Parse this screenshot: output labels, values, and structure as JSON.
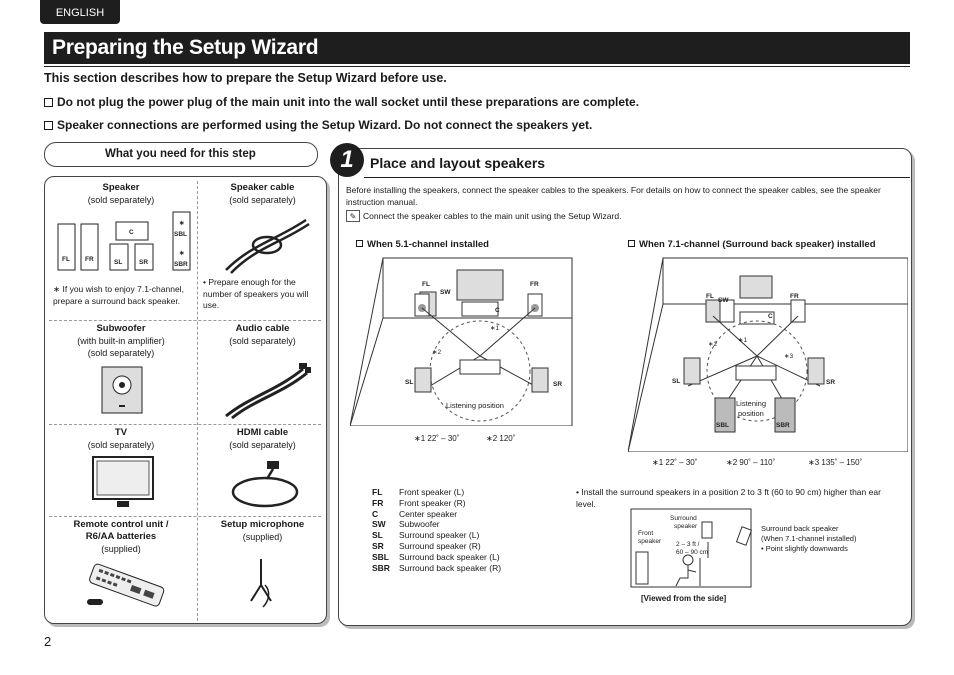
{
  "header": {
    "language_tab": "ENGLISH",
    "title": "Preparing the Setup Wizard",
    "intro": "This section describes how to prepare the Setup Wizard before use.",
    "bullets": [
      "Do not plug the power plug of the main unit into the wall socket until these preparations are complete.",
      "Speaker connections are performed using the Setup Wizard. Do not connect the speakers yet."
    ]
  },
  "left": {
    "tab": "What you need for this step",
    "items": [
      {
        "name": "Speaker",
        "detail": "(sold separately)"
      },
      {
        "name": "Speaker cable",
        "detail": "(sold separately)"
      },
      {
        "name": "Subwoofer",
        "detail": "(with built-in amplifier)",
        "detail2": "(sold separately)"
      },
      {
        "name": "Audio cable",
        "detail": "(sold separately)"
      },
      {
        "name": "TV",
        "detail": "(sold separately)"
      },
      {
        "name": "HDMI cable",
        "detail": "(sold separately)"
      },
      {
        "name": "Remote control unit /",
        "name2": "R6/AA batteries",
        "detail": "(supplied)"
      },
      {
        "name": "Setup microphone",
        "detail": "(supplied)"
      }
    ],
    "speaker_labels": [
      "FL",
      "FR",
      "C",
      "SL",
      "SR",
      "SBL",
      "SBR"
    ],
    "asterisk": "∗",
    "speaker_note": "If you wish to enjoy 7.1-channel, prepare a surround back speaker.",
    "cable_note": "Prepare enough for the number of speakers you will use."
  },
  "right": {
    "step_number": "1",
    "step_title": "Place and layout speakers",
    "paragraph": "Before installing the speakers, connect the speaker cables to the speakers. For details on how to connect the speaker cables, see the speaker instruction manual.",
    "tip": "Connect the speaker cables to the main unit using the Setup Wizard.",
    "diagram51": {
      "heading": "When 5.1-channel installed",
      "labels": [
        "FL",
        "FR",
        "SW",
        "C",
        "SL",
        "SR",
        "∗1",
        "∗2"
      ],
      "listening": "Listening position",
      "angle1": "∗1   22˚ – 30˚",
      "angle2": "∗2   120˚"
    },
    "diagram71": {
      "heading": "When 7.1-channel (Surround back speaker) installed",
      "labels": [
        "FL",
        "FR",
        "SW",
        "C",
        "SL",
        "SR",
        "SBL",
        "SBR",
        "∗1",
        "∗2",
        "∗3"
      ],
      "listening_l1": "Listening",
      "listening_l2": "position",
      "angle1": "∗1   22˚ – 30˚",
      "angle2": "∗2   90˚ – 110˚",
      "angle3": "∗3   135˚ – 150˚"
    },
    "legend": [
      {
        "abbr": "FL",
        "text": "Front speaker (L)"
      },
      {
        "abbr": "FR",
        "text": "Front speaker (R)"
      },
      {
        "abbr": "C",
        "text": "Center speaker"
      },
      {
        "abbr": "SW",
        "text": "Subwoofer"
      },
      {
        "abbr": "SL",
        "text": "Surround speaker (L)"
      },
      {
        "abbr": "SR",
        "text": "Surround speaker (R)"
      },
      {
        "abbr": "SBL",
        "text": "Surround back speaker (L)"
      },
      {
        "abbr": "SBR",
        "text": "Surround back speaker (R)"
      }
    ],
    "install_note": "Install the surround speakers in a position 2 to 3 ft (60 to 90 cm) higher than ear level.",
    "side_view": {
      "front_l1": "Front",
      "front_l2": "speaker",
      "surround_l1": "Surround",
      "surround_l2": "speaker",
      "dist_l1": "2 – 3 ft /",
      "dist_l2": "60 – 90 cm",
      "sb_l1": "Surround back speaker",
      "sb_l2": "(When 7.1-channel installed)",
      "sb_l3": "• Point slightly downwards",
      "caption": "[Viewed from the side]"
    }
  },
  "footer": {
    "page": "2"
  }
}
